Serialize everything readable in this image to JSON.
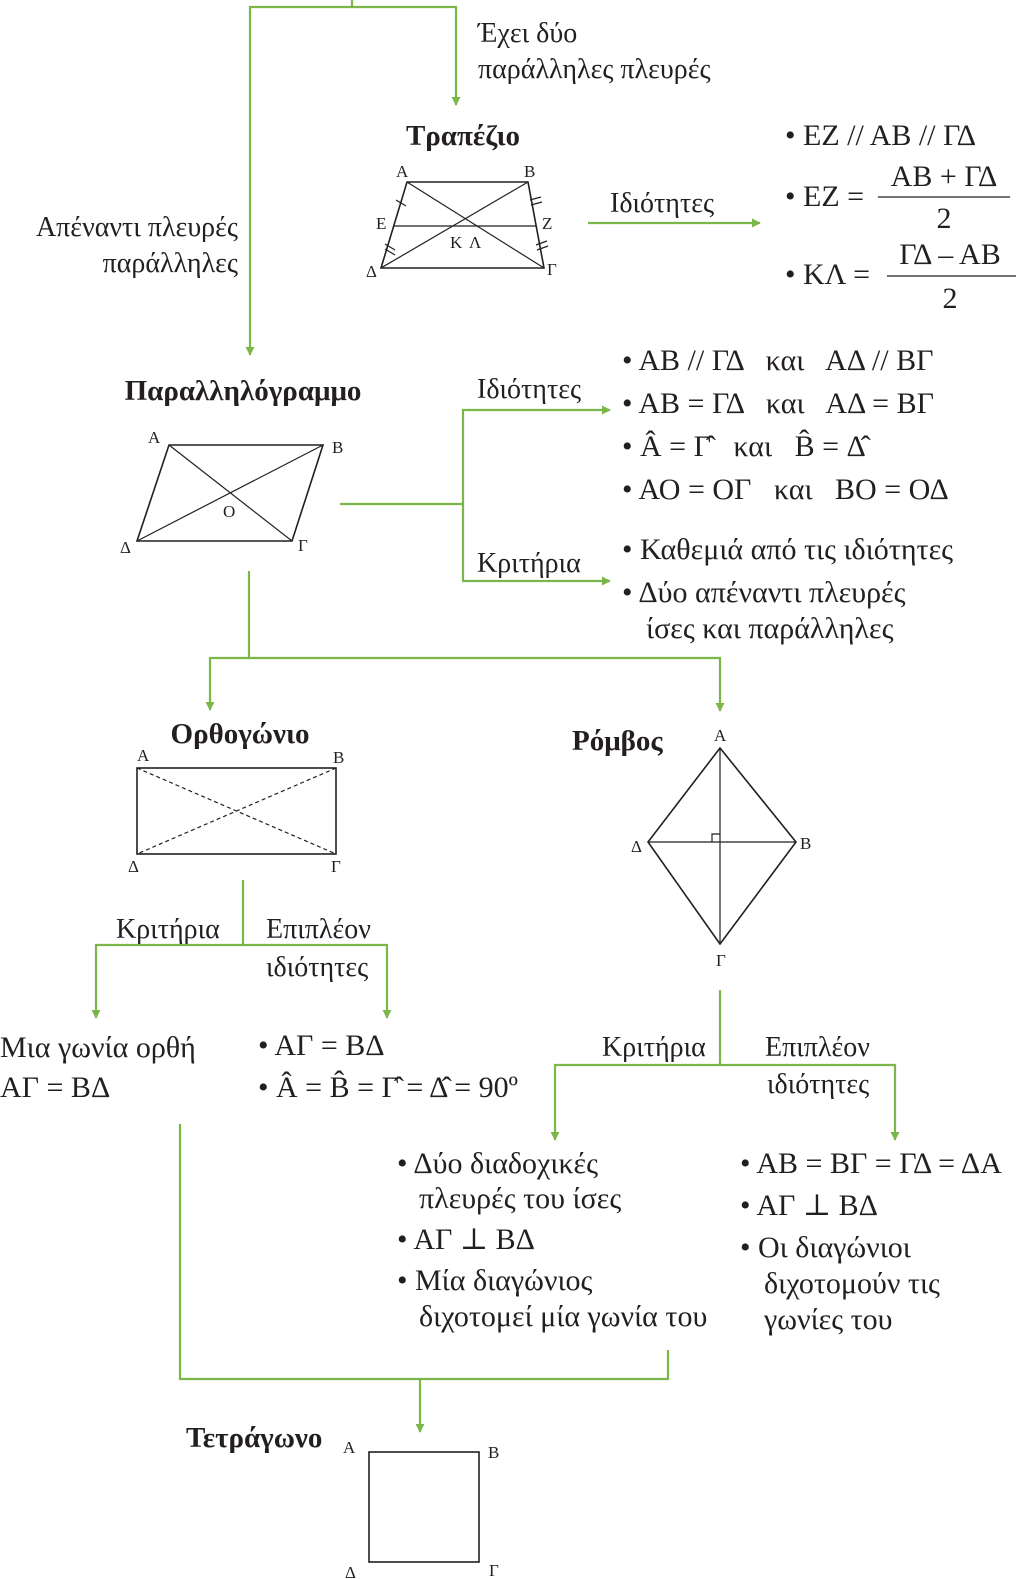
{
  "colors": {
    "arrow": "#7ab648",
    "ink": "#231f20"
  },
  "top_edge": {
    "has_two_parallel": [
      "Έχει δύο",
      "παράλληλες πλευρές"
    ],
    "opposite_parallel": [
      "Απέναντι πλευρές",
      "παράλληλες"
    ]
  },
  "trapezoid": {
    "title": "Τραπέζιο",
    "points": {
      "A": "Α",
      "B": "Β",
      "G": "Γ",
      "D": "Δ",
      "E": "Ε",
      "Z": "Ζ",
      "K": "Κ",
      "L": "Λ"
    },
    "edge_label": "Ιδιότητες",
    "props": {
      "p1": "• ΕΖ // ΑΒ // ΓΔ",
      "p2_left": "• ΕΖ =",
      "p2_num": "ΑΒ + ΓΔ",
      "p2_den": "2",
      "p3_left": "• ΚΛ =",
      "p3_num": "ΓΔ – ΑΒ",
      "p3_den": "2"
    }
  },
  "parallelogram": {
    "title": "Παραλληλόγραμμο",
    "points": {
      "A": "Α",
      "B": "Β",
      "G": "Γ",
      "D": "Δ",
      "O": "Ο"
    },
    "props_label": "Ιδιότητες",
    "criteria_label": "Κριτήρια",
    "props": [
      "• ΑΒ // ΓΔ   και   ΑΔ // ΒΓ",
      "• ΑΒ = ΓΔ   και   ΑΔ = ΒΓ",
      "• Â = Γ̂   και   B̂ = Δ̂",
      "• ΑΟ = ΟΓ   και   ΒΟ = ΟΔ"
    ],
    "criteria": [
      "• Καθεμιά από τις ιδιότητες",
      "• Δύο απέναντι πλευρές",
      "ίσες και παράλληλες"
    ]
  },
  "rectangle": {
    "title": "Ορθογώνιο",
    "points": {
      "A": "Α",
      "B": "Β",
      "G": "Γ",
      "D": "Δ"
    },
    "criteria_label": "Κριτήρια",
    "extra_label": [
      "Επιπλέον",
      "ιδιότητες"
    ],
    "criteria": [
      "Μια γωνία ορθή",
      "ΑΓ = ΒΔ"
    ],
    "extra": [
      "• ΑΓ = ΒΔ",
      "• Â = B̂ = Γ̂ = Δ̂ = 90º"
    ]
  },
  "rhombus": {
    "title": "Ρόμβος",
    "points": {
      "A": "Α",
      "B": "Β",
      "G": "Γ",
      "D": "Δ"
    },
    "criteria_label": "Κριτήρια",
    "extra_label": [
      "Επιπλέον",
      "ιδιότητες"
    ],
    "criteria": [
      "• Δύο διαδοχικές",
      "πλευρές του ίσες",
      "• ΑΓ ⊥ ΒΔ",
      "• Μία διαγώνιος",
      "διχοτομεί μία γωνία του"
    ],
    "extra": [
      "• ΑΒ = ΒΓ = ΓΔ = ΔΑ",
      "• ΑΓ ⊥ ΒΔ",
      "• Οι διαγώνιοι",
      "διχοτομούν τις",
      "γωνίες του"
    ]
  },
  "square": {
    "title": "Τετράγωνο",
    "points": {
      "A": "Α",
      "B": "Β",
      "G": "Γ",
      "D": "Δ"
    }
  }
}
